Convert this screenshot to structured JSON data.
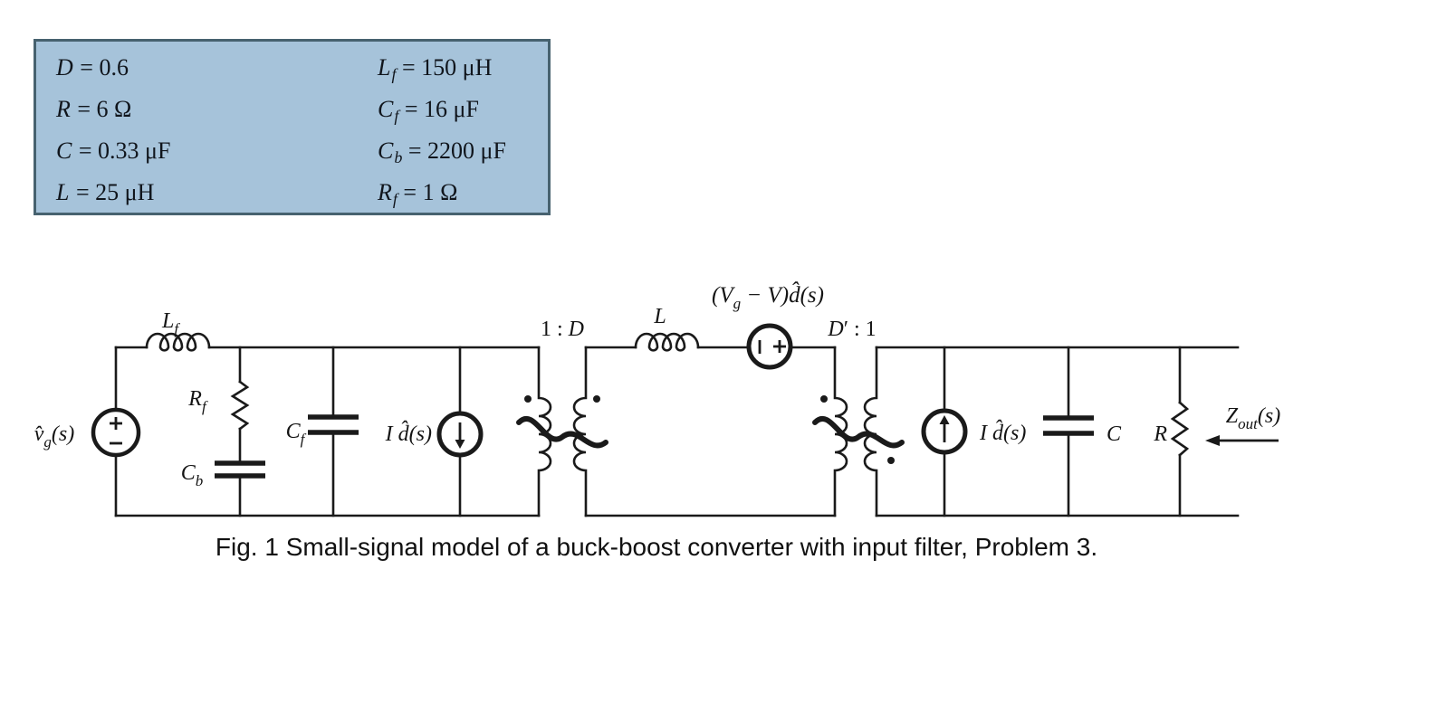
{
  "colors": {
    "box_fill": "#a6c3da",
    "box_border": "#47626f",
    "ink": "#1a1a1a",
    "background": "#ffffff"
  },
  "param_box": {
    "left": [
      {
        "v": "D",
        "s": "",
        "r": " = 0.6"
      },
      {
        "v": "R",
        "s": "",
        "r": " = 6 Ω"
      },
      {
        "v": "C",
        "s": "",
        "r": " = 0.33 μF"
      },
      {
        "v": "L",
        "s": "",
        "r": " = 25 μH"
      }
    ],
    "right": [
      {
        "v": "L",
        "s": "f",
        "r": " = 150 μH"
      },
      {
        "v": "C",
        "s": "f",
        "r": " = 16 μF"
      },
      {
        "v": "C",
        "s": "b",
        "r": " = 2200 μF"
      },
      {
        "v": "R",
        "s": "f",
        "r": " = 1 Ω"
      }
    ]
  },
  "circuit": {
    "labels": {
      "vg_main": "v̂",
      "vg_sub": "g",
      "vg_post": "(s)",
      "lf_main": "L",
      "lf_sub": "f",
      "rf_main": "R",
      "rf_sub": "f",
      "cb_main": "C",
      "cb_sub": "b",
      "cf_main": "C",
      "cf_sub": "f",
      "id_left": "I d̂(s)",
      "t1_pre": "1 : ",
      "t1_var": "D",
      "l_main": "L",
      "vsrc_a": "(V",
      "vsrc_sub": "g",
      "vsrc_b": " − V)",
      "vsrc_c": "d̂(s)",
      "t2_var": "D",
      "t2_post": "′ : 1",
      "id_right": "I d̂(s)",
      "c_main": "C",
      "r_main": "R",
      "zout_main": "Z",
      "zout_sub": "out",
      "zout_post": "(s)"
    }
  },
  "caption": "Fig. 1 Small-signal model of a buck-boost converter with input filter, Problem 3."
}
